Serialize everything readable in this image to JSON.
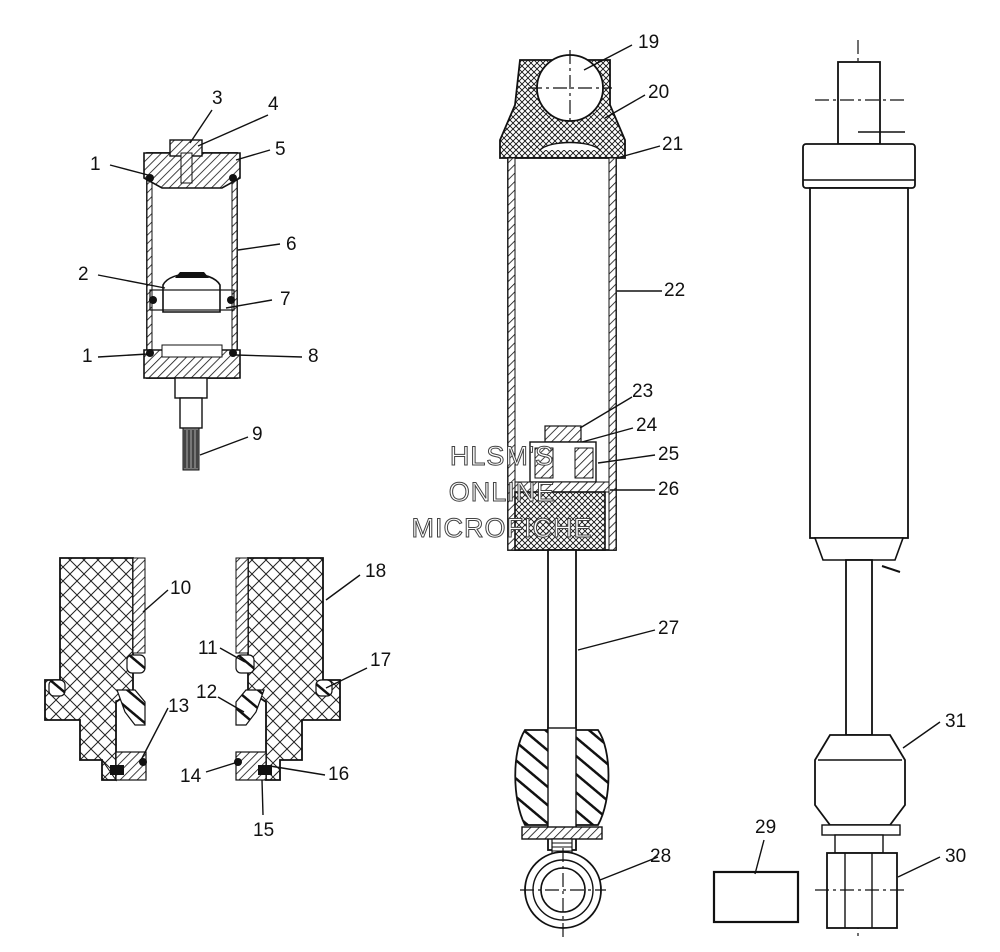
{
  "figure": {
    "callouts": [
      "1",
      "2",
      "3",
      "4",
      "5",
      "6",
      "7",
      "8",
      "9",
      "10",
      "11",
      "12",
      "13",
      "14",
      "15",
      "16",
      "17",
      "18",
      "19",
      "20",
      "21",
      "22",
      "23",
      "24",
      "25",
      "26",
      "27",
      "28",
      "29",
      "30",
      "31"
    ],
    "repeat_callout": "1",
    "watermark": [
      "HLSM'S",
      "ONLINE",
      "MICROFICHE"
    ]
  }
}
